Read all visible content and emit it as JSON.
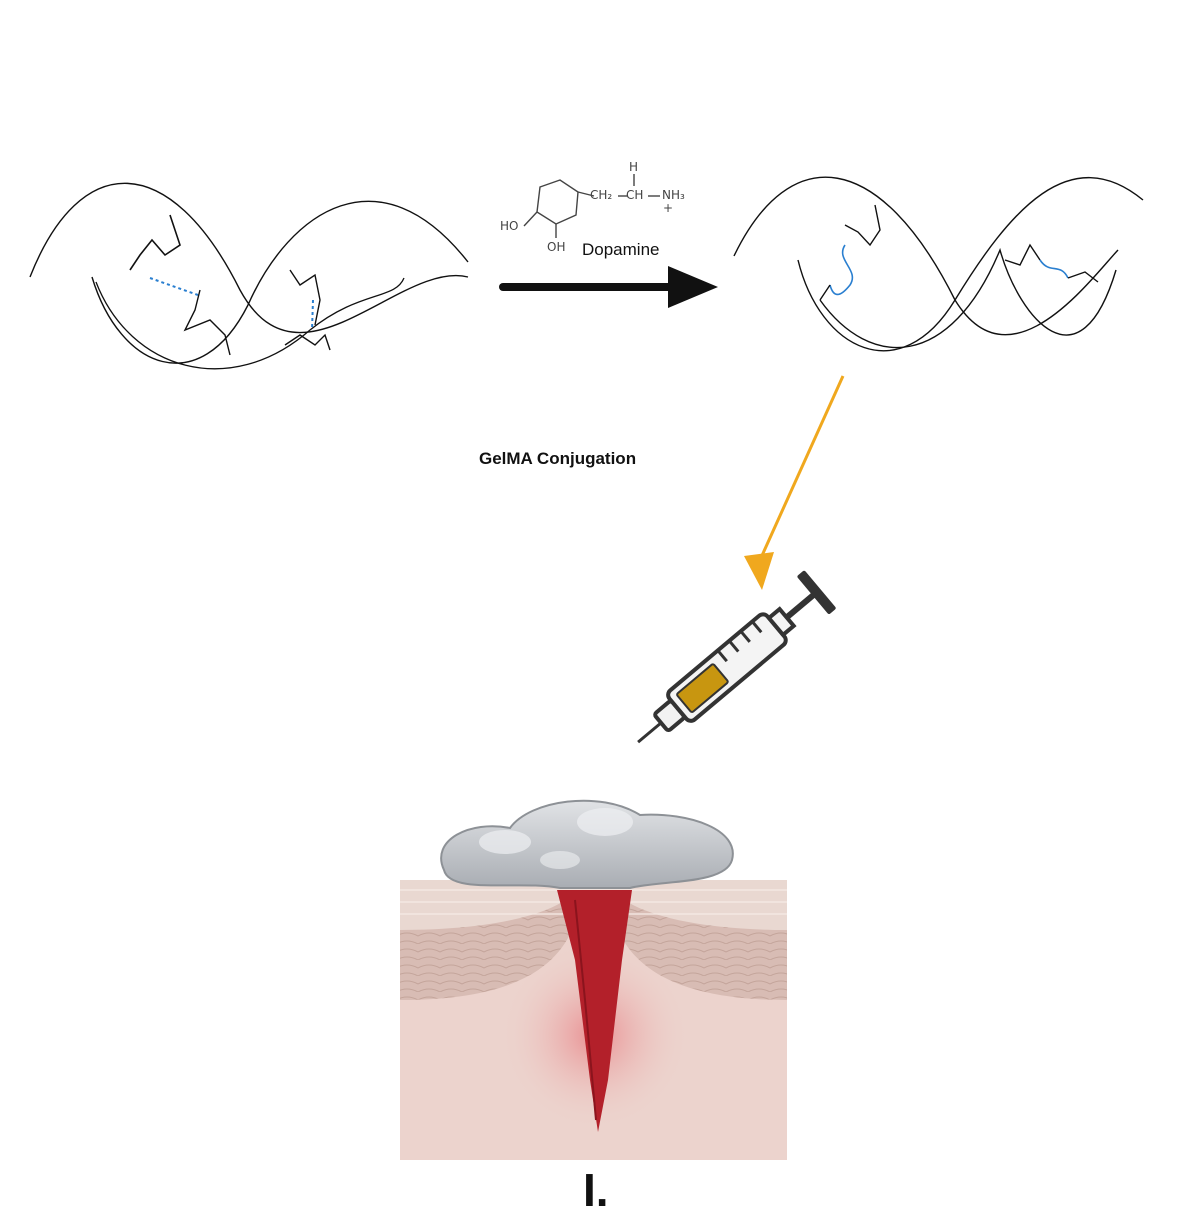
{
  "labels": {
    "reagent": "Dopamine",
    "process": "GelMA Conjugation",
    "panel": "I."
  },
  "dopamine_structure": {
    "ho_top": "HO",
    "oh_bottom": "OH",
    "ch2": "CH₂",
    "ch": "CH",
    "h": "H",
    "nh3": "NH₃",
    "charge": "+"
  },
  "colors": {
    "line": "#111111",
    "bond_blue": "#2a7fd0",
    "arrow_orange": "#f0a81e",
    "hydrogel": "#c9ccd1",
    "blood": "#b3202a",
    "skin": "#ecd3cd"
  },
  "icons": [
    "gelma-network-icon",
    "conjugated-network-icon",
    "syringe-icon",
    "wound-icon"
  ]
}
